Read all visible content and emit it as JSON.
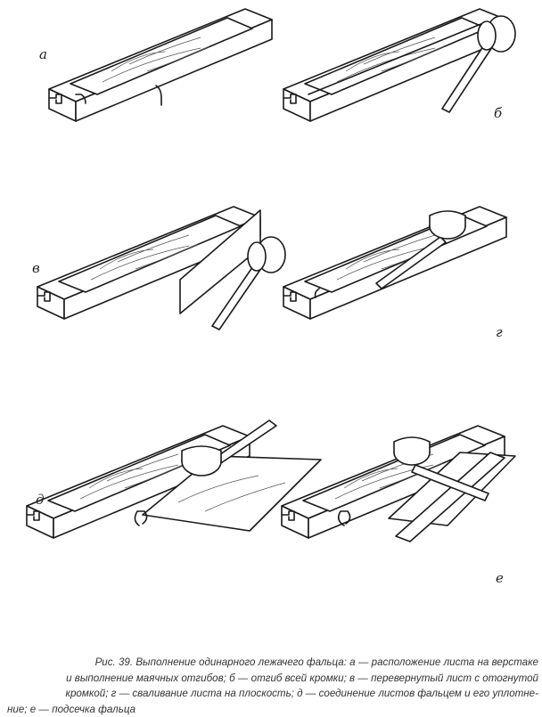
{
  "panels": [
    {
      "key": "a",
      "label": "а",
      "subject": "sheet-on-workbench"
    },
    {
      "key": "b",
      "label": "б",
      "subject": "bending-whole-edge"
    },
    {
      "key": "v",
      "label": "в",
      "subject": "turned-sheet-with-bent-edge"
    },
    {
      "key": "g",
      "label": "г",
      "subject": "rolling-sheet-flat"
    },
    {
      "key": "d",
      "label": "д",
      "subject": "joining-sheets-with-seam"
    },
    {
      "key": "e",
      "label": "е",
      "subject": "trimming-seam"
    }
  ],
  "caption": {
    "line1": "Рис. 39. Выполнение одинарного лежачего фальца: а — расположение листа на верстаке",
    "line2": "и выполнение маячных отгибов; б — отгиб всей кромки; в — перевернутый лист с отогнутой",
    "line3": "кромкой; г — сваливание листа на плоскость; д — соединение листов фальцем и его уплотне-",
    "line4": "ние; е — подсечка фальца"
  }
}
